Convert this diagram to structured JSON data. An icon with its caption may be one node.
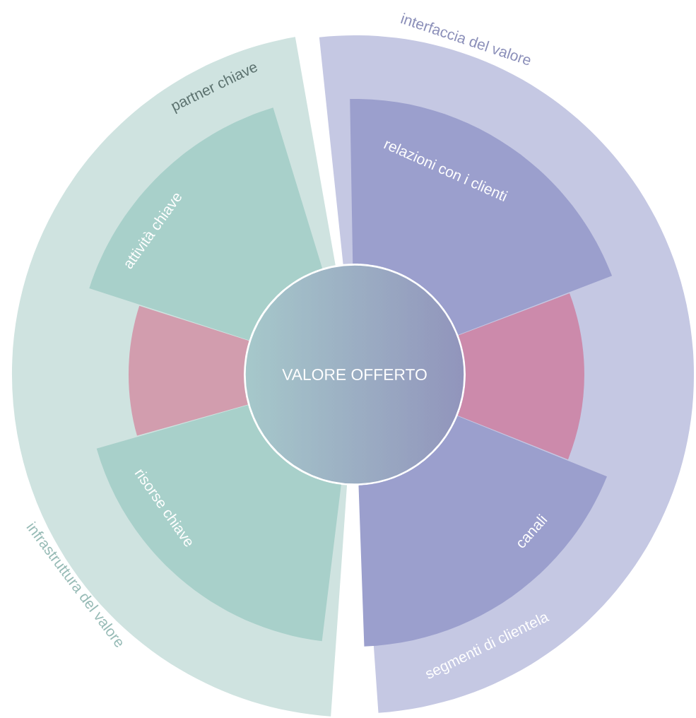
{
  "diagram": {
    "nodes": [
      {
        "text": [
          "partner chiave"
        ]
      },
      {
        "text": [
          "attività chiave"
        ],
        "in": 0
      },
      {
        "text": [],
        "shape": "sector",
        "in": 0
      },
      {
        "text": [
          "risorse chiave"
        ],
        "in": 0
      },
      {
        "text": [
          "segmenti di clientela"
        ]
      },
      {
        "text": [
          "relazioni con i clienti"
        ],
        "in": 4
      },
      {
        "text": [],
        "shape": "sector",
        "in": 4
      },
      {
        "text": [
          "canali"
        ],
        "in": 4
      },
      {
        "text": [
          "VALORE OFFERTO"
        ]
      }
    ],
    "labels": [
      "interfaccia del valore",
      "infrastruttura del valore"
    ]
  }
}
